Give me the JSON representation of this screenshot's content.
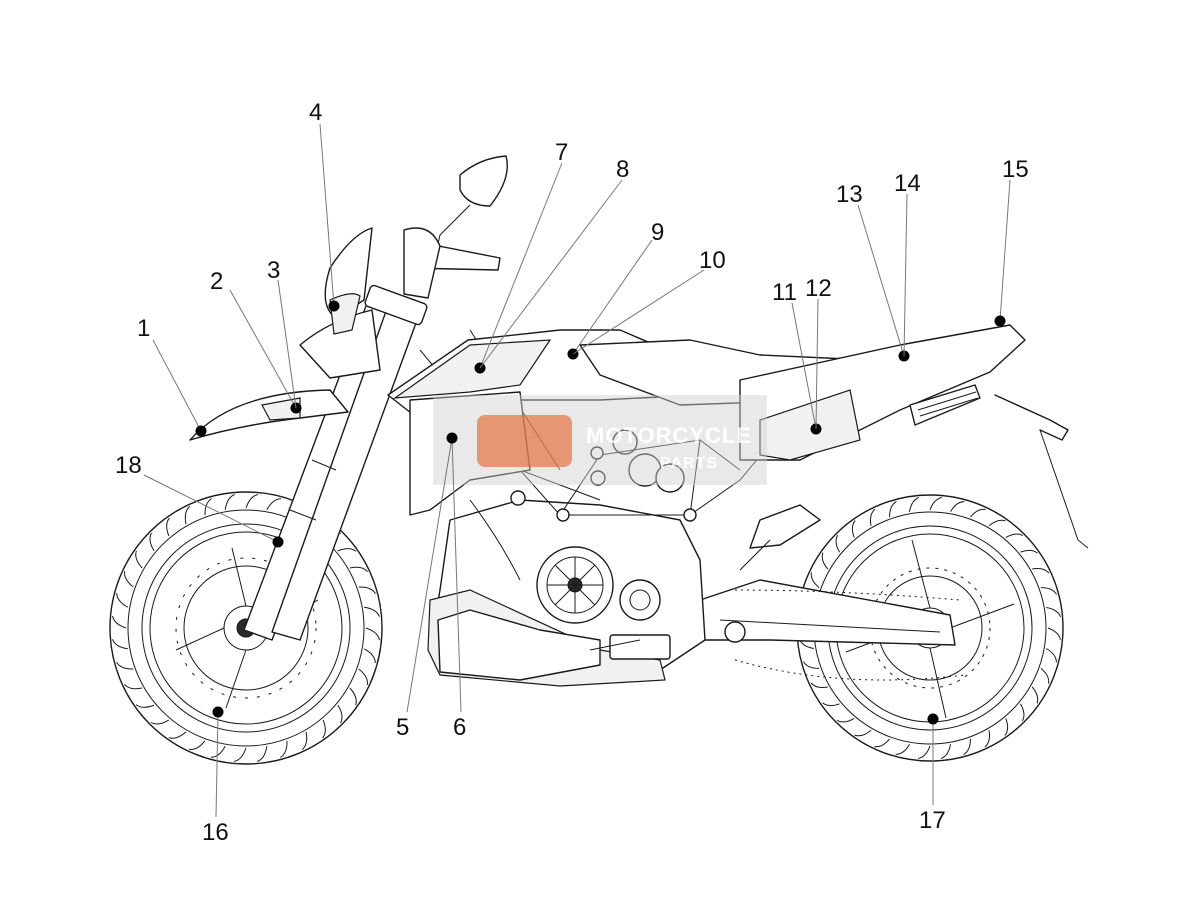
{
  "callouts": [
    {
      "id": "1",
      "label": "1"
    },
    {
      "id": "2",
      "label": "2"
    },
    {
      "id": "3",
      "label": "3"
    },
    {
      "id": "4",
      "label": "4"
    },
    {
      "id": "5",
      "label": "5"
    },
    {
      "id": "6",
      "label": "6"
    },
    {
      "id": "7",
      "label": "7"
    },
    {
      "id": "8",
      "label": "8"
    },
    {
      "id": "9",
      "label": "9"
    },
    {
      "id": "10",
      "label": "10"
    },
    {
      "id": "11",
      "label": "11"
    },
    {
      "id": "12",
      "label": "12"
    },
    {
      "id": "13",
      "label": "13"
    },
    {
      "id": "14",
      "label": "14"
    },
    {
      "id": "15",
      "label": "15"
    },
    {
      "id": "16",
      "label": "16"
    },
    {
      "id": "17",
      "label": "17"
    },
    {
      "id": "18",
      "label": "18"
    }
  ],
  "watermark": {
    "text": "MOTORCYCLE",
    "sub": "PARTS",
    "color": "#e07a4a"
  },
  "colors": {
    "line": "#1a1a1a",
    "leader": "#777777",
    "dot": "#000000"
  }
}
